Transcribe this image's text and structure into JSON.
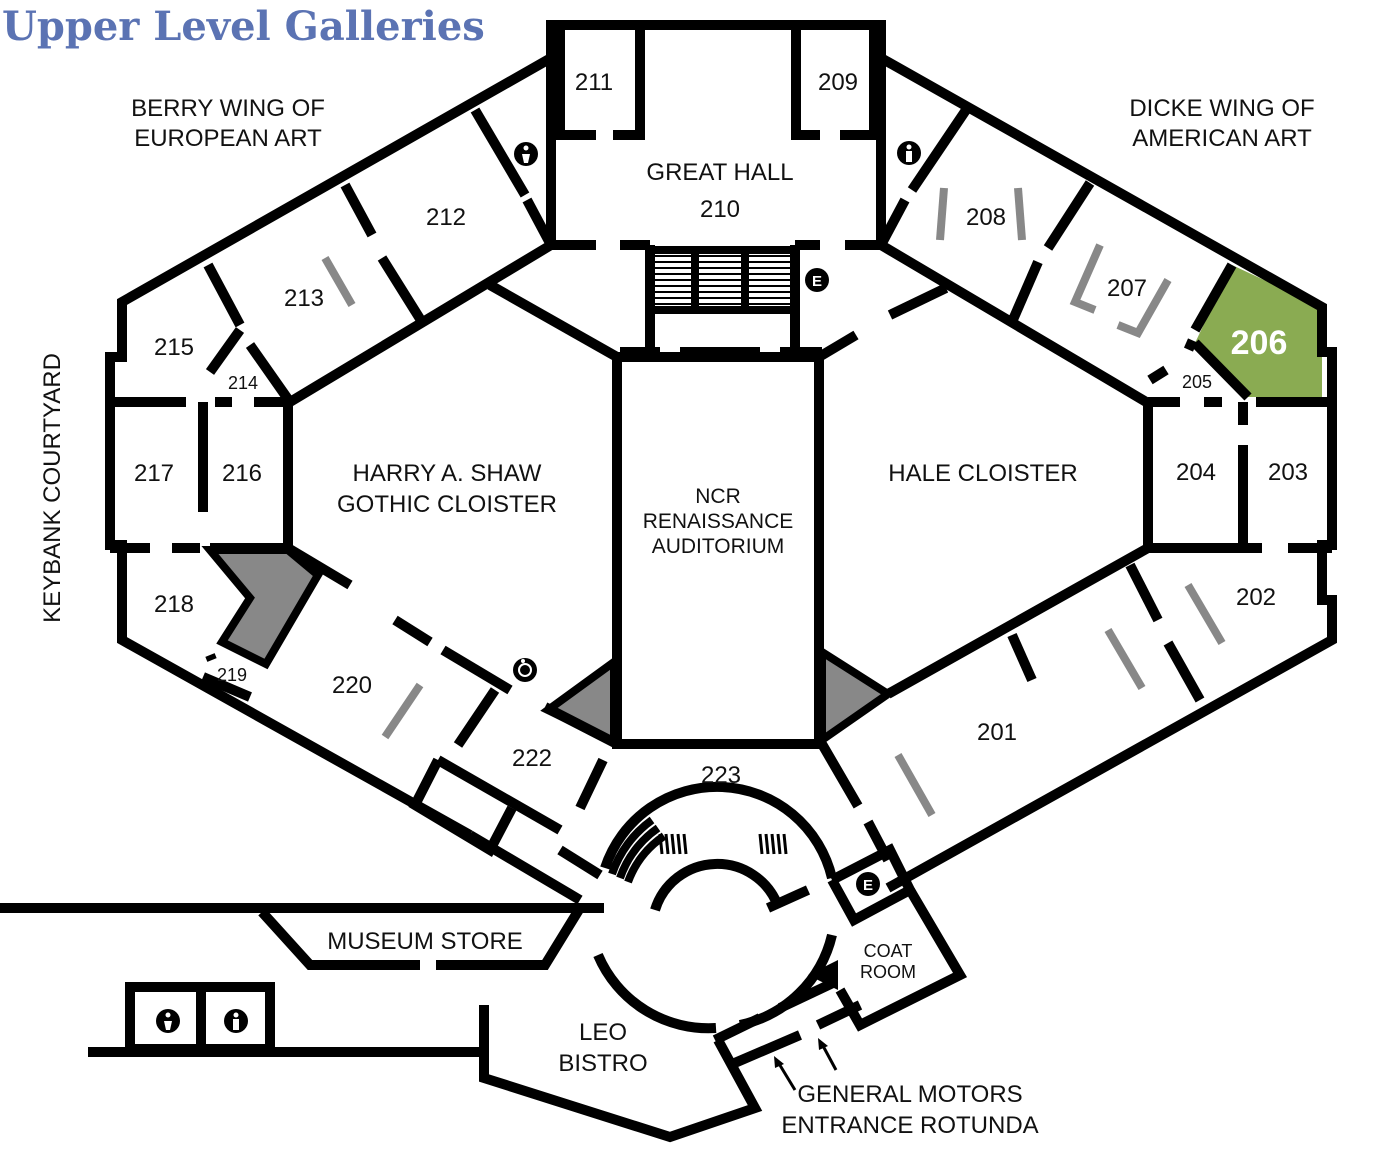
{
  "title": "Upper Level Galleries",
  "wings": {
    "west_line1": "BERRY WING OF",
    "west_line2": "EUROPEAN ART",
    "east_line1": "DICKE WING OF",
    "east_line2": "AMERICAN ART"
  },
  "courtyard": "KEYBANK COURTYARD",
  "great_hall": {
    "name": "GREAT HALL",
    "number": "210"
  },
  "shaw": {
    "line1": "HARRY A. SHAW",
    "line2": "GOTHIC CLOISTER"
  },
  "hale": "HALE CLOISTER",
  "auditorium": {
    "line1": "NCR",
    "line2": "RENAISSANCE",
    "line3": "AUDITORIUM"
  },
  "rooms": {
    "r201": "201",
    "r202": "202",
    "r203": "203",
    "r204": "204",
    "r205": "205",
    "r206": "206",
    "r207": "207",
    "r208": "208",
    "r209": "209",
    "r211": "211",
    "r212": "212",
    "r213": "213",
    "r214": "214",
    "r215": "215",
    "r216": "216",
    "r217": "217",
    "r218": "218",
    "r219": "219",
    "r220": "220",
    "r222": "222",
    "r223": "223"
  },
  "highlight": {
    "room": "206",
    "color": "#8aab52"
  },
  "museum_store": "MUSEUM STORE",
  "bistro": {
    "line1": "LEO",
    "line2": "BISTRO"
  },
  "coat_room": {
    "line1": "COAT",
    "line2": "ROOM"
  },
  "entrance": {
    "line1": "GENERAL MOTORS",
    "line2": "ENTRANCE ROTUNDA"
  },
  "elevator_label": "E",
  "icons": [
    "restroom-icon",
    "elevator-icon",
    "wheelchair-icon",
    "entrance-arrow-icon"
  ]
}
